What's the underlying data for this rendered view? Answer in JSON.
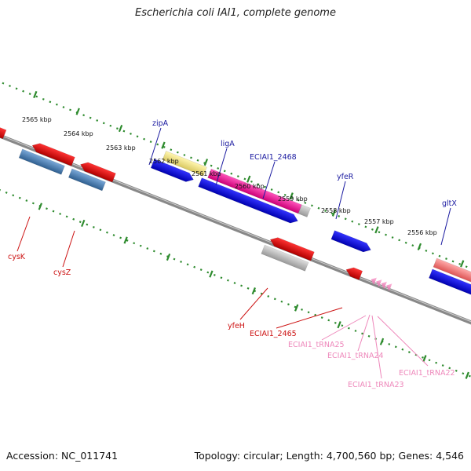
{
  "title": "Escherichia coli IAI1, complete genome",
  "footer": {
    "accession": "Accession: NC_011741",
    "summary": "Topology: circular; Length: 4,700,560 bp; Genes: 4,546"
  },
  "colors": {
    "axis": "#888888",
    "dots": "#2e8b2e",
    "tick": "#2e8b2e",
    "forward_label": "#1a1aa0",
    "reverse_label": "#cc1111",
    "trna_label": "#ee88bb"
  },
  "scale": {
    "unit": "kbp",
    "labels": [
      "2565 kbp",
      "2564 kbp",
      "2563 kbp",
      "2562 kbp",
      "2561 kbp",
      "2560 kbp",
      "2559 kbp",
      "2558 kbp",
      "2557 kbp",
      "2556 kbp"
    ]
  },
  "genes": [
    {
      "name": "zipA",
      "strand": "forward"
    },
    {
      "name": "ligA",
      "strand": "forward"
    },
    {
      "name": "ECIAI1_2468",
      "strand": "forward"
    },
    {
      "name": "yfeR",
      "strand": "forward"
    },
    {
      "name": "gltX",
      "strand": "forward"
    },
    {
      "name": "cysK",
      "strand": "reverse"
    },
    {
      "name": "cysZ",
      "strand": "reverse"
    },
    {
      "name": "yfeH",
      "strand": "reverse"
    },
    {
      "name": "ECIAI1_2465",
      "strand": "reverse"
    },
    {
      "name": "ECIAI1_tRNA25",
      "strand": "reverse"
    },
    {
      "name": "ECIAI1_tRNA24",
      "strand": "reverse"
    },
    {
      "name": "ECIAI1_tRNA23",
      "strand": "reverse"
    },
    {
      "name": "ECIAI1_tRNA22",
      "strand": "reverse"
    }
  ]
}
